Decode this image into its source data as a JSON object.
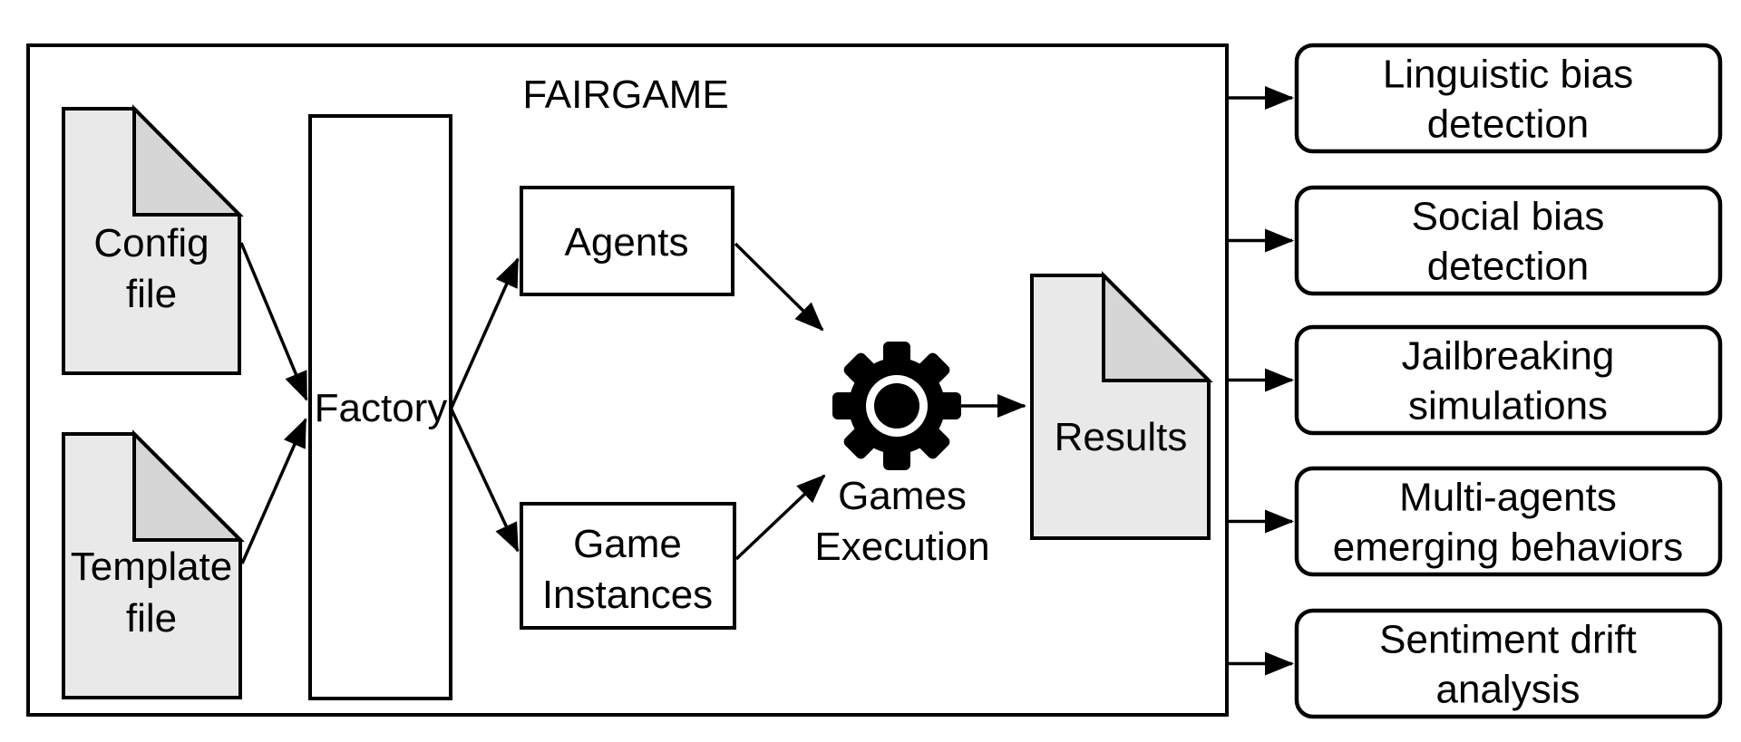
{
  "figure": {
    "title": "FAIRGAME",
    "colors": {
      "stroke": "#000000",
      "text": "#000000",
      "background": "#ffffff",
      "node_fill": "#ffffff",
      "doc_fill": "#e9e9e9",
      "doc_fold_fill": "#d6d6d6",
      "gear_fill": "#000000"
    },
    "nodes": {
      "config_file": {
        "line1": "Config",
        "line2": "file"
      },
      "template_file": {
        "line1": "Template",
        "line2": "file"
      },
      "factory": {
        "label": "Factory"
      },
      "agents": {
        "label": "Agents"
      },
      "game_instances": {
        "line1": "Game",
        "line2": "Instances"
      },
      "games_execution": {
        "line1": "Games",
        "line2": "Execution"
      },
      "results": {
        "label": "Results"
      }
    },
    "outputs": [
      {
        "line1": "Linguistic bias",
        "line2": "detection"
      },
      {
        "line1": "Social bias",
        "line2": "detection"
      },
      {
        "line1": "Jailbreaking",
        "line2": "simulations"
      },
      {
        "line1": "Multi-agents",
        "line2": "emerging behaviors"
      },
      {
        "line1": "Sentiment drift",
        "line2": "analysis"
      }
    ]
  }
}
